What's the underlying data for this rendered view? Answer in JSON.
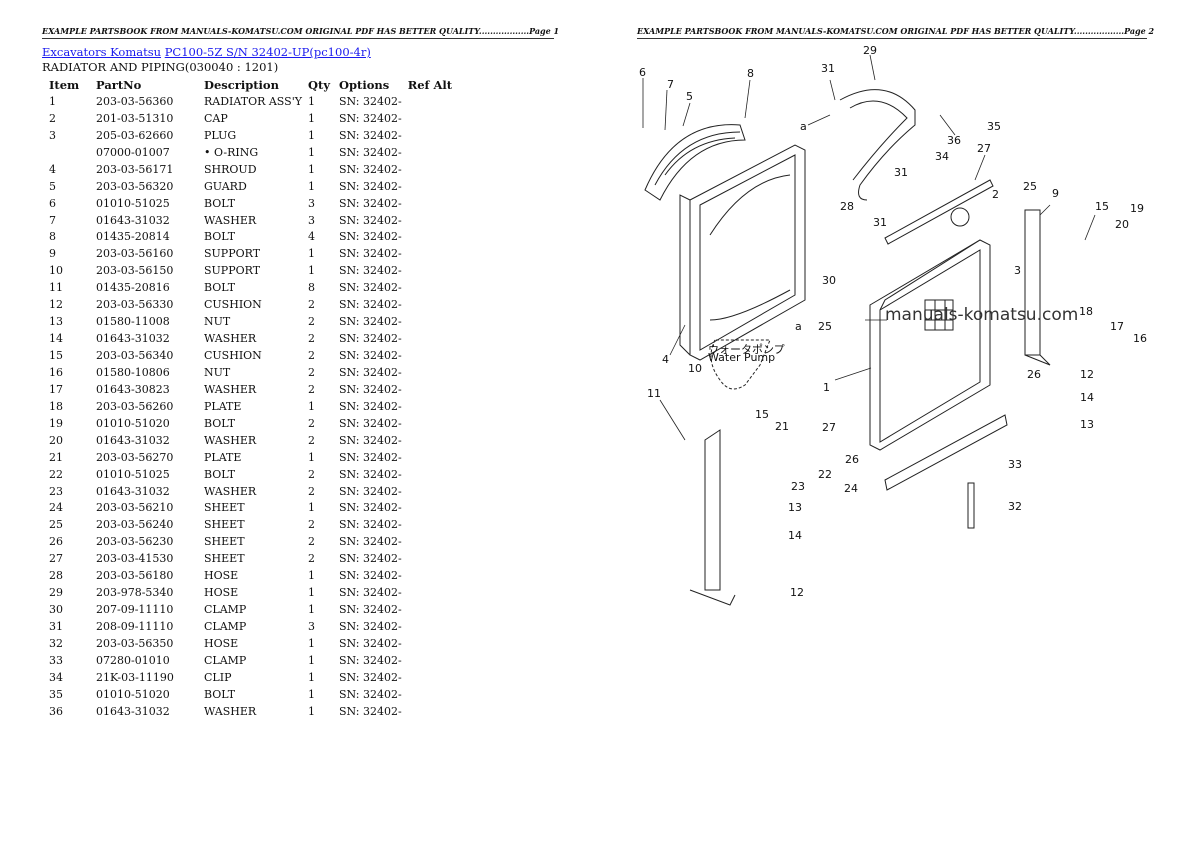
{
  "page1": {
    "header": "EXAMPLE PARTSBOOK FROM MANUALS-KOMATSU.COM ORIGINAL PDF HAS BETTER QUALITY..................Page 1",
    "breadcrumb": {
      "link1": "Excavators Komatsu",
      "link2": "PC100-5Z S/N 32402-UP(pc100-4r)"
    },
    "section_title": "RADIATOR AND PIPING(030040 : 1201)",
    "table": {
      "headers": [
        "Item",
        "PartNo",
        "Description",
        "Qty",
        "Options",
        "Ref Alt"
      ],
      "rows": [
        {
          "item": "1",
          "part": "203-03-56360",
          "desc": "RADIATOR ASS'Y",
          "qty": "1",
          "opt": "SN: 32402-"
        },
        {
          "item": "2",
          "part": "201-03-51310",
          "desc": "CAP",
          "qty": "1",
          "opt": "SN: 32402-"
        },
        {
          "item": "3",
          "part": "205-03-62660",
          "desc": "PLUG",
          "qty": "1",
          "opt": "SN: 32402-"
        },
        {
          "item": "",
          "part": "07000-01007",
          "desc": "• O-RING",
          "qty": "1",
          "opt": "SN: 32402-"
        },
        {
          "item": "4",
          "part": "203-03-56171",
          "desc": "SHROUD",
          "qty": "1",
          "opt": "SN: 32402-"
        },
        {
          "item": "5",
          "part": "203-03-56320",
          "desc": "GUARD",
          "qty": "1",
          "opt": "SN: 32402-"
        },
        {
          "item": "6",
          "part": "01010-51025",
          "desc": "BOLT",
          "qty": "3",
          "opt": "SN: 32402-"
        },
        {
          "item": "7",
          "part": "01643-31032",
          "desc": "WASHER",
          "qty": "3",
          "opt": "SN: 32402-"
        },
        {
          "item": "8",
          "part": "01435-20814",
          "desc": "BOLT",
          "qty": "4",
          "opt": "SN: 32402-"
        },
        {
          "item": "9",
          "part": "203-03-56160",
          "desc": "SUPPORT",
          "qty": "1",
          "opt": "SN: 32402-"
        },
        {
          "item": "10",
          "part": "203-03-56150",
          "desc": "SUPPORT",
          "qty": "1",
          "opt": "SN: 32402-"
        },
        {
          "item": "11",
          "part": "01435-20816",
          "desc": "BOLT",
          "qty": "8",
          "opt": "SN: 32402-"
        },
        {
          "item": "12",
          "part": "203-03-56330",
          "desc": "CUSHION",
          "qty": "2",
          "opt": "SN: 32402-"
        },
        {
          "item": "13",
          "part": "01580-11008",
          "desc": "NUT",
          "qty": "2",
          "opt": "SN: 32402-"
        },
        {
          "item": "14",
          "part": "01643-31032",
          "desc": "WASHER",
          "qty": "2",
          "opt": "SN: 32402-"
        },
        {
          "item": "15",
          "part": "203-03-56340",
          "desc": "CUSHION",
          "qty": "2",
          "opt": "SN: 32402-"
        },
        {
          "item": "16",
          "part": "01580-10806",
          "desc": "NUT",
          "qty": "2",
          "opt": "SN: 32402-"
        },
        {
          "item": "17",
          "part": "01643-30823",
          "desc": "WASHER",
          "qty": "2",
          "opt": "SN: 32402-"
        },
        {
          "item": "18",
          "part": "203-03-56260",
          "desc": "PLATE",
          "qty": "1",
          "opt": "SN: 32402-"
        },
        {
          "item": "19",
          "part": "01010-51020",
          "desc": "BOLT",
          "qty": "2",
          "opt": "SN: 32402-"
        },
        {
          "item": "20",
          "part": "01643-31032",
          "desc": "WASHER",
          "qty": "2",
          "opt": "SN: 32402-"
        },
        {
          "item": "21",
          "part": "203-03-56270",
          "desc": "PLATE",
          "qty": "1",
          "opt": "SN: 32402-"
        },
        {
          "item": "22",
          "part": "01010-51025",
          "desc": "BOLT",
          "qty": "2",
          "opt": "SN: 32402-"
        },
        {
          "item": "23",
          "part": "01643-31032",
          "desc": "WASHER",
          "qty": "2",
          "opt": "SN: 32402-"
        },
        {
          "item": "24",
          "part": "203-03-56210",
          "desc": "SHEET",
          "qty": "1",
          "opt": "SN: 32402-"
        },
        {
          "item": "25",
          "part": "203-03-56240",
          "desc": "SHEET",
          "qty": "2",
          "opt": "SN: 32402-"
        },
        {
          "item": "26",
          "part": "203-03-56230",
          "desc": "SHEET",
          "qty": "2",
          "opt": "SN: 32402-"
        },
        {
          "item": "27",
          "part": "203-03-41530",
          "desc": "SHEET",
          "qty": "2",
          "opt": "SN: 32402-"
        },
        {
          "item": "28",
          "part": "203-03-56180",
          "desc": "HOSE",
          "qty": "1",
          "opt": "SN: 32402-"
        },
        {
          "item": "29",
          "part": "203-978-5340",
          "desc": "HOSE",
          "qty": "1",
          "opt": "SN: 32402-"
        },
        {
          "item": "30",
          "part": "207-09-11110",
          "desc": "CLAMP",
          "qty": "1",
          "opt": "SN: 32402-"
        },
        {
          "item": "31",
          "part": "208-09-11110",
          "desc": "CLAMP",
          "qty": "3",
          "opt": "SN: 32402-"
        },
        {
          "item": "32",
          "part": "203-03-56350",
          "desc": "HOSE",
          "qty": "1",
          "opt": "SN: 32402-"
        },
        {
          "item": "33",
          "part": "07280-01010",
          "desc": "CLAMP",
          "qty": "1",
          "opt": "SN: 32402-"
        },
        {
          "item": "34",
          "part": "21K-03-11190",
          "desc": "CLIP",
          "qty": "1",
          "opt": "SN: 32402-"
        },
        {
          "item": "35",
          "part": "01010-51020",
          "desc": "BOLT",
          "qty": "1",
          "opt": "SN: 32402-"
        },
        {
          "item": "36",
          "part": "01643-31032",
          "desc": "WASHER",
          "qty": "1",
          "opt": "SN: 32402-"
        }
      ]
    }
  },
  "page2": {
    "header": "EXAMPLE PARTSBOOK FROM MANUALS-KOMATSU.COM ORIGINAL PDF HAS BETTER QUALITY..................Page 2",
    "diagram": {
      "watermark": "manuals-komatsu.com",
      "water_pump_label_jp": "ウォータポンプ",
      "water_pump_label": "Water Pump",
      "ref_marker": "a",
      "callouts": [
        "1",
        "2",
        "3",
        "4",
        "5",
        "6",
        "7",
        "8",
        "9",
        "10",
        "11",
        "12",
        "13",
        "14",
        "15",
        "16",
        "17",
        "18",
        "19",
        "20",
        "21",
        "22",
        "23",
        "24",
        "25",
        "26",
        "27",
        "28",
        "29",
        "30",
        "31",
        "32",
        "33",
        "34",
        "35",
        "36"
      ]
    }
  }
}
